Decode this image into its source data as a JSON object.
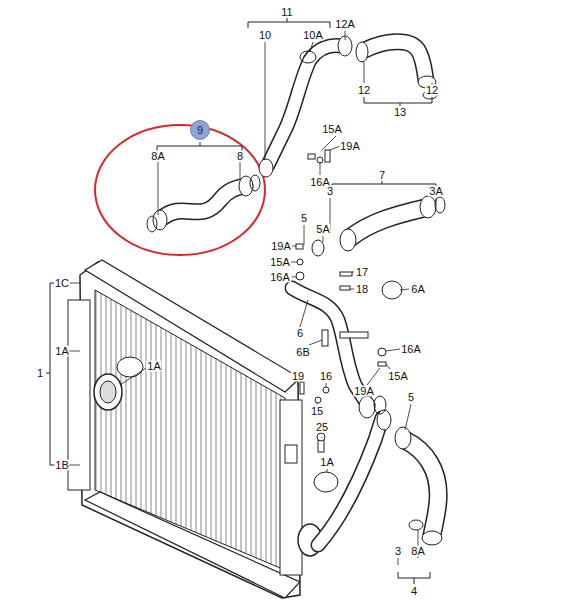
{
  "diagram": {
    "nodes": [
      {
        "text": [
          "9"
        ]
      }
    ],
    "labels": [
      "11",
      "10",
      "10A",
      "12A",
      "12",
      "12",
      "13",
      "15A",
      "19A",
      "16A",
      "8A",
      "8",
      "7",
      "3",
      "3A",
      "5",
      "5A",
      "19A",
      "15A",
      "16A",
      "17",
      "18",
      "6A",
      "6",
      "6B",
      "16A",
      "15A",
      "19A",
      "19",
      "16",
      "15",
      "5",
      "25",
      "1C",
      "1A",
      "1",
      "1B",
      "1A",
      "1A",
      "3",
      "8A",
      "4"
    ]
  }
}
